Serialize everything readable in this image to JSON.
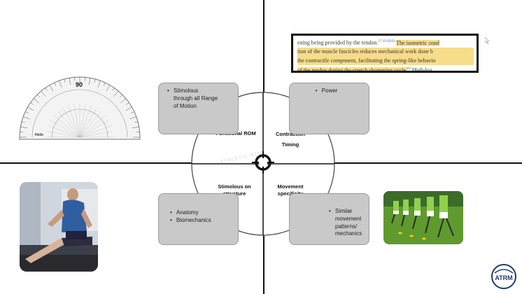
{
  "excerpt": {
    "line1": "ening being provided by the tendon.",
    "ref1": "17,19 49,83",
    "line1_hl": "The isometric cond",
    "line2": "tion of the muscle fascicles reduces mechanical work done b",
    "line3": "the contractile component, facilitating the spring-like behavio",
    "line4_hl": "of the tendon during the stretch shortening cycle.",
    "ref2": "84",
    "line4_end": "High-loa"
  },
  "protractor": {
    "brand": "Helix",
    "top_value": "90"
  },
  "quadrants": {
    "top_left": {
      "label": "Functional ROM",
      "bullets": [
        "Stimolous through all Range of Motion"
      ]
    },
    "top_right": {
      "label": "Contraction Timing",
      "bullets": [
        "Power"
      ]
    },
    "bottom_left": {
      "label": "Stimolous on structure",
      "bullets": [
        "Anatomy",
        "Biomechanics"
      ]
    },
    "bottom_right": {
      "label": "Movement specificity",
      "bullets": [
        "Similar movement patterns/ mechanics"
      ]
    }
  },
  "logo": {
    "text": "ATRM"
  },
  "colors": {
    "box_fill": "#c9c9c9",
    "highlight": "#f7dd8a",
    "axis": "#111111",
    "field_green": "#5f9a2e"
  }
}
